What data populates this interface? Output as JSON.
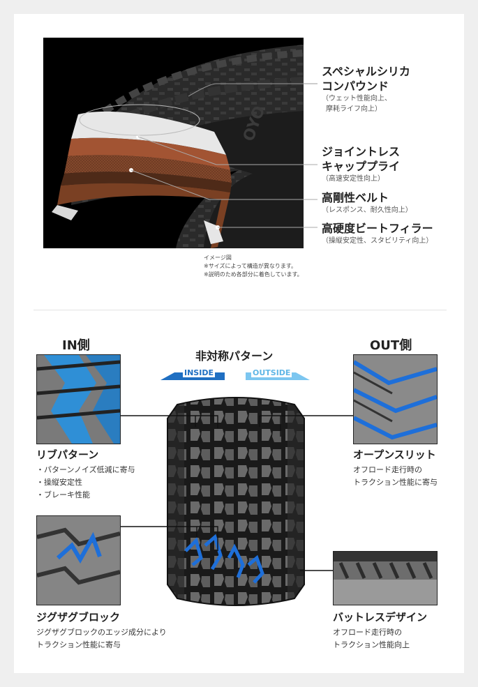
{
  "structure": {
    "labels": [
      {
        "title_lines": [
          "スペシャルシリカ",
          "コンパウンド"
        ],
        "sub_lines": [
          "（ウェット性能向上、",
          "摩耗ライフ向上）"
        ]
      },
      {
        "title_lines": [
          "ジョイントレス",
          "キャッププライ"
        ],
        "sub_lines": [
          "（高速安定性向上）"
        ]
      },
      {
        "title_lines": [
          "高剛性ベルト"
        ],
        "sub_lines": [
          "（レスポンス、耐久性向上）"
        ]
      },
      {
        "title_lines": [
          "高硬度ビートフィラー"
        ],
        "sub_lines": [
          "（操縦安定性、スタビリティ向上）"
        ]
      }
    ],
    "notes": [
      "イメージ図",
      "※サイズによって構造が異なります。",
      "※説明のため各部分に着色しています。"
    ]
  },
  "pattern": {
    "in_label": "IN側",
    "out_label": "OUT側",
    "center_title": "非対称パターン",
    "inside_label": "INSIDE",
    "outside_label": "OUTSIDE",
    "colors": {
      "inside_arrow": "#1f6fc2",
      "outside_arrow": "#7cc6f0",
      "accent_blue": "#1e6fd9"
    },
    "features": {
      "rib": {
        "title": "リブパターン",
        "body": [
          "・パターンノイズ低減に寄与",
          "・操縦安定性",
          "・ブレーキ性能"
        ]
      },
      "open_slit": {
        "title": "オープンスリット",
        "body": [
          "オフロード走行時の",
          "トラクション性能に寄与"
        ]
      },
      "zigzag": {
        "title": "ジグザグブロック",
        "body": [
          "ジグザグブロックのエッジ成分により",
          "トラクション性能に寄与"
        ]
      },
      "buttress": {
        "title": "バットレスデザイン",
        "body": [
          "オフロード走行時の",
          "トラクション性能向上"
        ]
      }
    }
  }
}
